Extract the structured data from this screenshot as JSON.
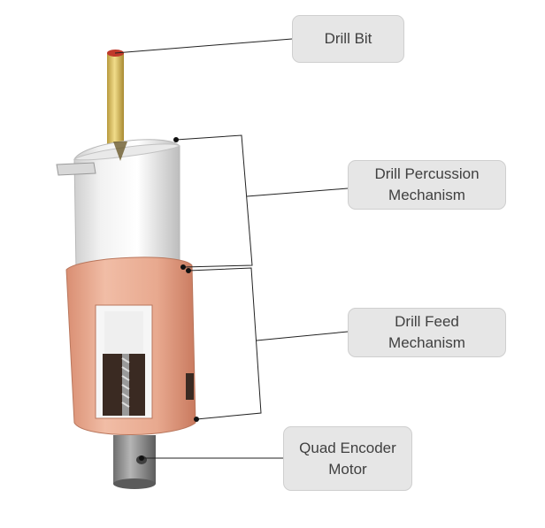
{
  "diagram": {
    "labels": {
      "drill_bit": "Drill Bit",
      "percussion_line1": "Drill Percussion",
      "percussion_line2": "Mechanism",
      "feed_line1": "Drill Feed",
      "feed_line2": "Mechanism",
      "motor_line1": "Quad Encoder",
      "motor_line2": "Motor"
    },
    "colors": {
      "callout_fill": "#e6e6e6",
      "callout_text": "#404040",
      "leader_line": "#222222",
      "bit_gold": "#e0c46a",
      "bit_tip": "#c0392b",
      "cylinder_white": "#eeeeee",
      "frame_copper": "#e3a58a",
      "motor_gray": "#8c8c8c"
    }
  }
}
